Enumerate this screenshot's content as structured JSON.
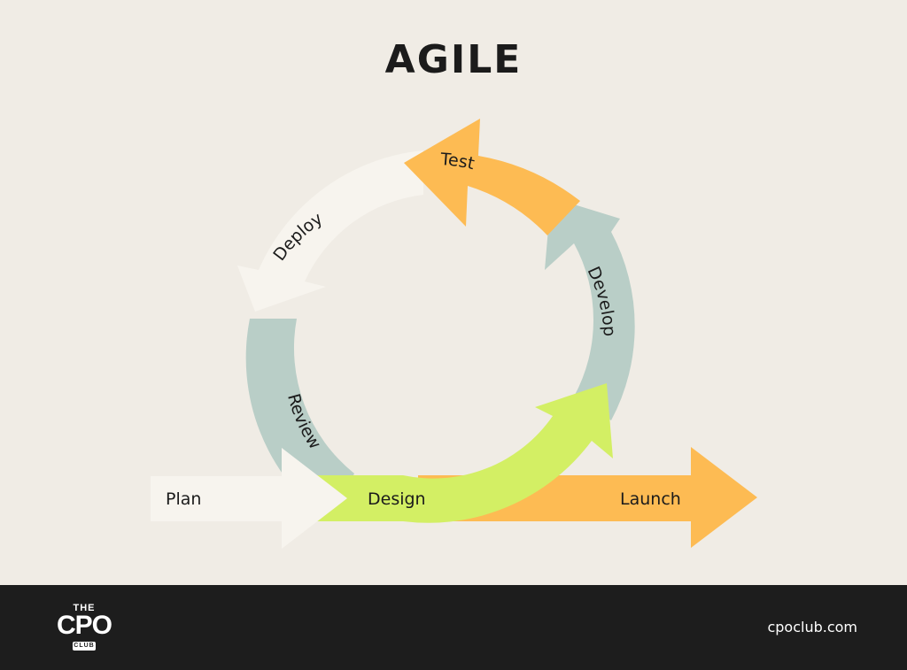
{
  "title": "AGILE",
  "stages": {
    "plan": "Plan",
    "design": "Design",
    "develop": "Develop",
    "test": "Test",
    "deploy": "Deploy",
    "review": "Review",
    "launch": "Launch"
  },
  "colors": {
    "background": "#f0ece5",
    "cream": "#f7f4ee",
    "sage": "#b9cec7",
    "lime": "#d3ef64",
    "orange": "#fdbb53",
    "footer": "#1d1d1d"
  },
  "footer": {
    "logo_the": "THE",
    "logo_cpo": "CPO",
    "logo_club": "CLUB",
    "website": "cpoclub.com"
  }
}
